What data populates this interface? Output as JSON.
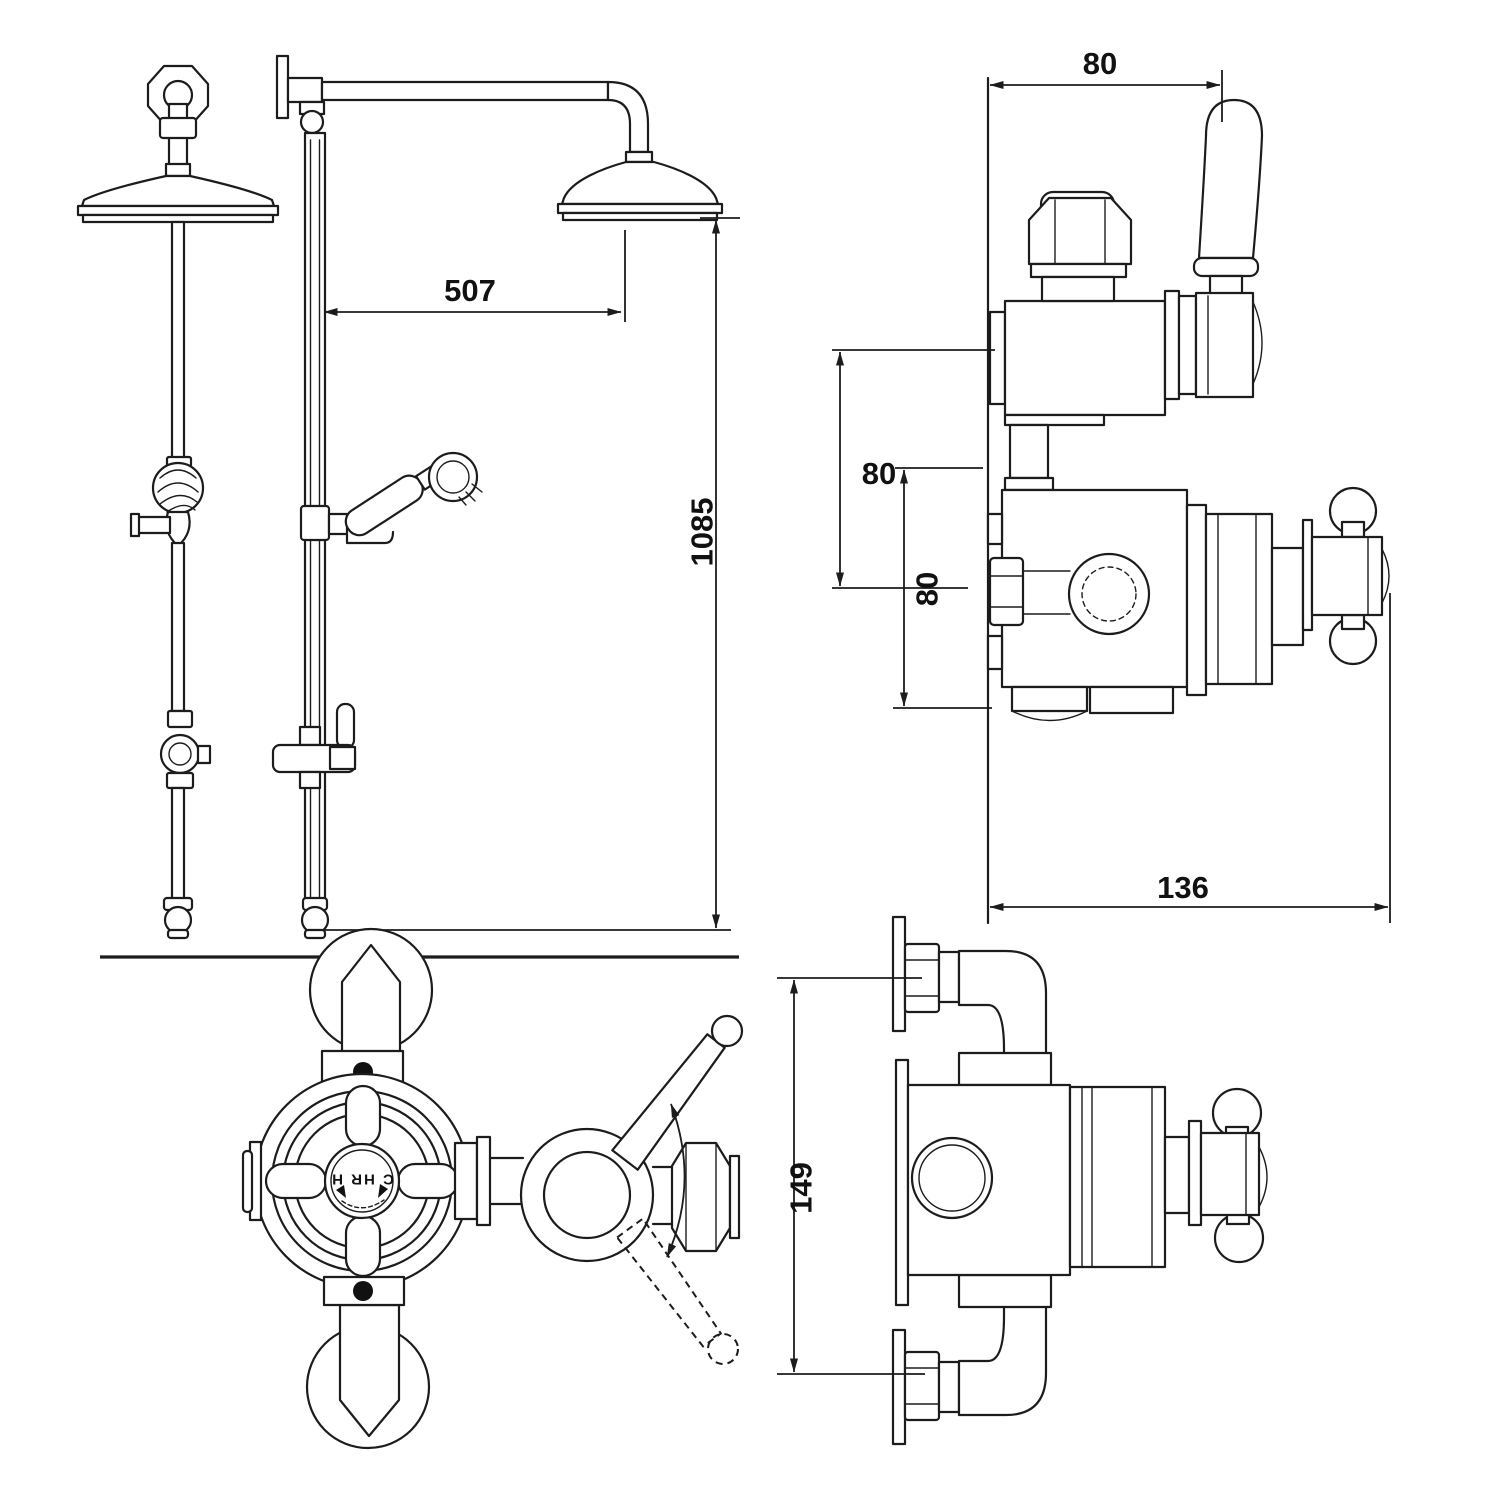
{
  "colors": {
    "background": "#ffffff",
    "line": "#1c1c1c",
    "label": "#111111"
  },
  "drawing": {
    "dimensions": {
      "head_offset": "507",
      "riser_height": "1085",
      "valve_depth": "80",
      "upper_port_offset": "80",
      "lower_port_offset": "80",
      "valve_width": "136",
      "valve_height": "149"
    },
    "markings": {
      "temperature_dial": "C HR H"
    }
  }
}
